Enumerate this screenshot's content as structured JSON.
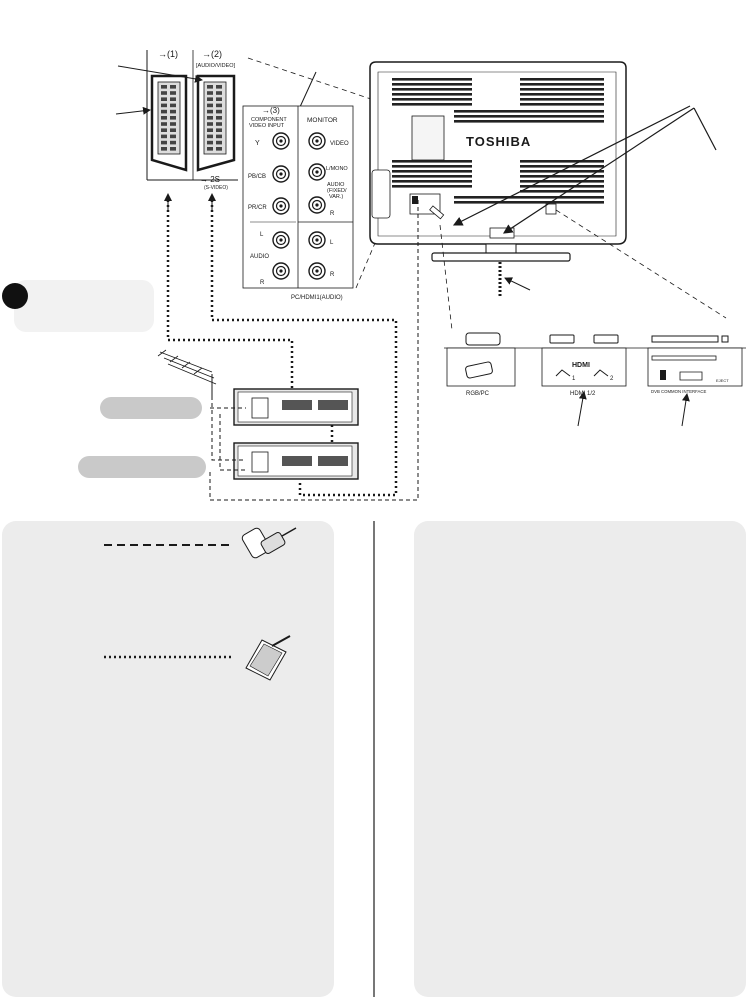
{
  "scart_labels": {
    "scart1": "→(1)",
    "scart2": "→(2)",
    "audio_video": "[AUDIO/VIDEO]",
    "svideo_2s": "→ 2S",
    "svideo_sub": "(S-VIDEO)"
  },
  "component_panel": {
    "input_header": "→(3)",
    "component_title_1": "COMPONENT",
    "component_title_2": "VIDEO INPUT",
    "monitor": "MONITOR",
    "y": "Y",
    "pb": "PB/CB",
    "pr": "PR/CR",
    "audio": "AUDIO",
    "l": "L",
    "r": "R",
    "video": "VIDEO",
    "lmono": "L/MONO",
    "audio_fixed_1": "AUDIO",
    "audio_fixed_2": "(FIXED/",
    "audio_fixed_3": "VAR.)",
    "r2": "R",
    "l3": "L",
    "r3": "R",
    "pc_hdmi": "PC/HDMI1(AUDIO)"
  },
  "tv": {
    "brand": "TOSHIBA"
  },
  "bottom_ports": {
    "rgb_pc": "RGB/PC",
    "hdmi_logo": "HDMI",
    "hdmi_12": "HDMI 1/2",
    "hdmi_1": "1",
    "hdmi_2": "2",
    "dvb": "DVB COMMON INTERFACE",
    "eject": "EJECT"
  },
  "colors": {
    "line": "#1a1a1a",
    "panel_bg": "#ececec",
    "pill_bg": "#c9c9c9",
    "tv_body": "#ffffff",
    "vent": "#222222"
  }
}
